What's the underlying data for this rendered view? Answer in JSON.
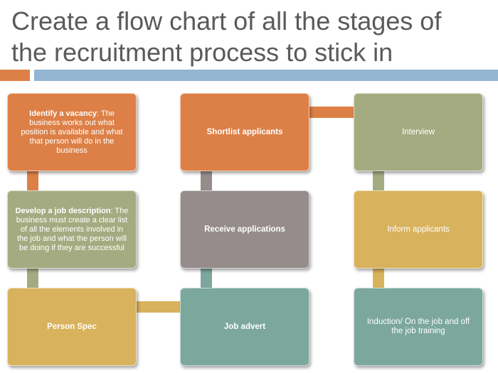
{
  "title": {
    "line1": "Create a flow chart of all the stages of",
    "line2": "the recruitment process to stick in"
  },
  "colors": {
    "orange": "#dd8047",
    "olive": "#a5ab81",
    "gold": "#d8b25c",
    "gray": "#968c8c",
    "teal": "#7ba79d",
    "blue_bar": "#94b6d2"
  },
  "stages": {
    "identify": {
      "heading": "Identify a vacancy",
      "rest": ": The business works out what position is available and what that person will do in the business"
    },
    "develop": {
      "heading": "Develop a job description",
      "rest": ": The business must create a clear list of all the elements involved in the job and what the person will be doing if they are successful"
    },
    "person_spec": {
      "label": "Person Spec"
    },
    "job_advert": {
      "label": "Job advert"
    },
    "receive": {
      "label": "Receive applications"
    },
    "shortlist": {
      "label": "Shortlist applicants"
    },
    "interview": {
      "label": "Interview"
    },
    "inform": {
      "label": "Inform applicants"
    },
    "induction": {
      "label": "Induction/ On the job and off the job training"
    }
  }
}
